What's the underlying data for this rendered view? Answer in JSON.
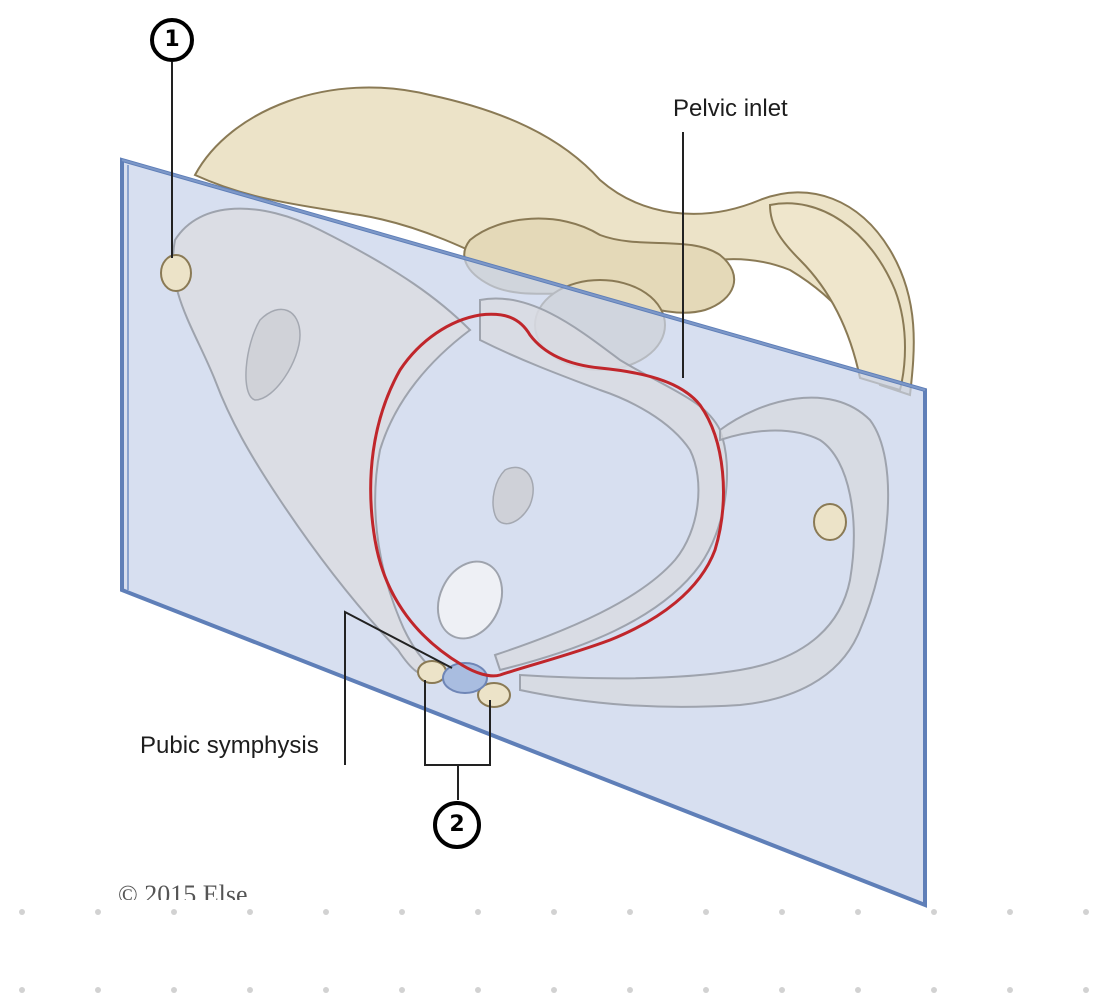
{
  "labels": {
    "pelvic_inlet": "Pelvic inlet",
    "pubic_symphysis": "Pubic symphysis"
  },
  "markers": {
    "one": "1",
    "two": "2"
  },
  "copyright": "© 2015 Else",
  "colors": {
    "bone": "#ece3c8",
    "bone_shadow": "#c9b98f",
    "plane": "#c8d3ea",
    "plane_edge": "#5f7fb8",
    "inlet_outline": "#c0262b",
    "dots": "#d2d2d2"
  }
}
